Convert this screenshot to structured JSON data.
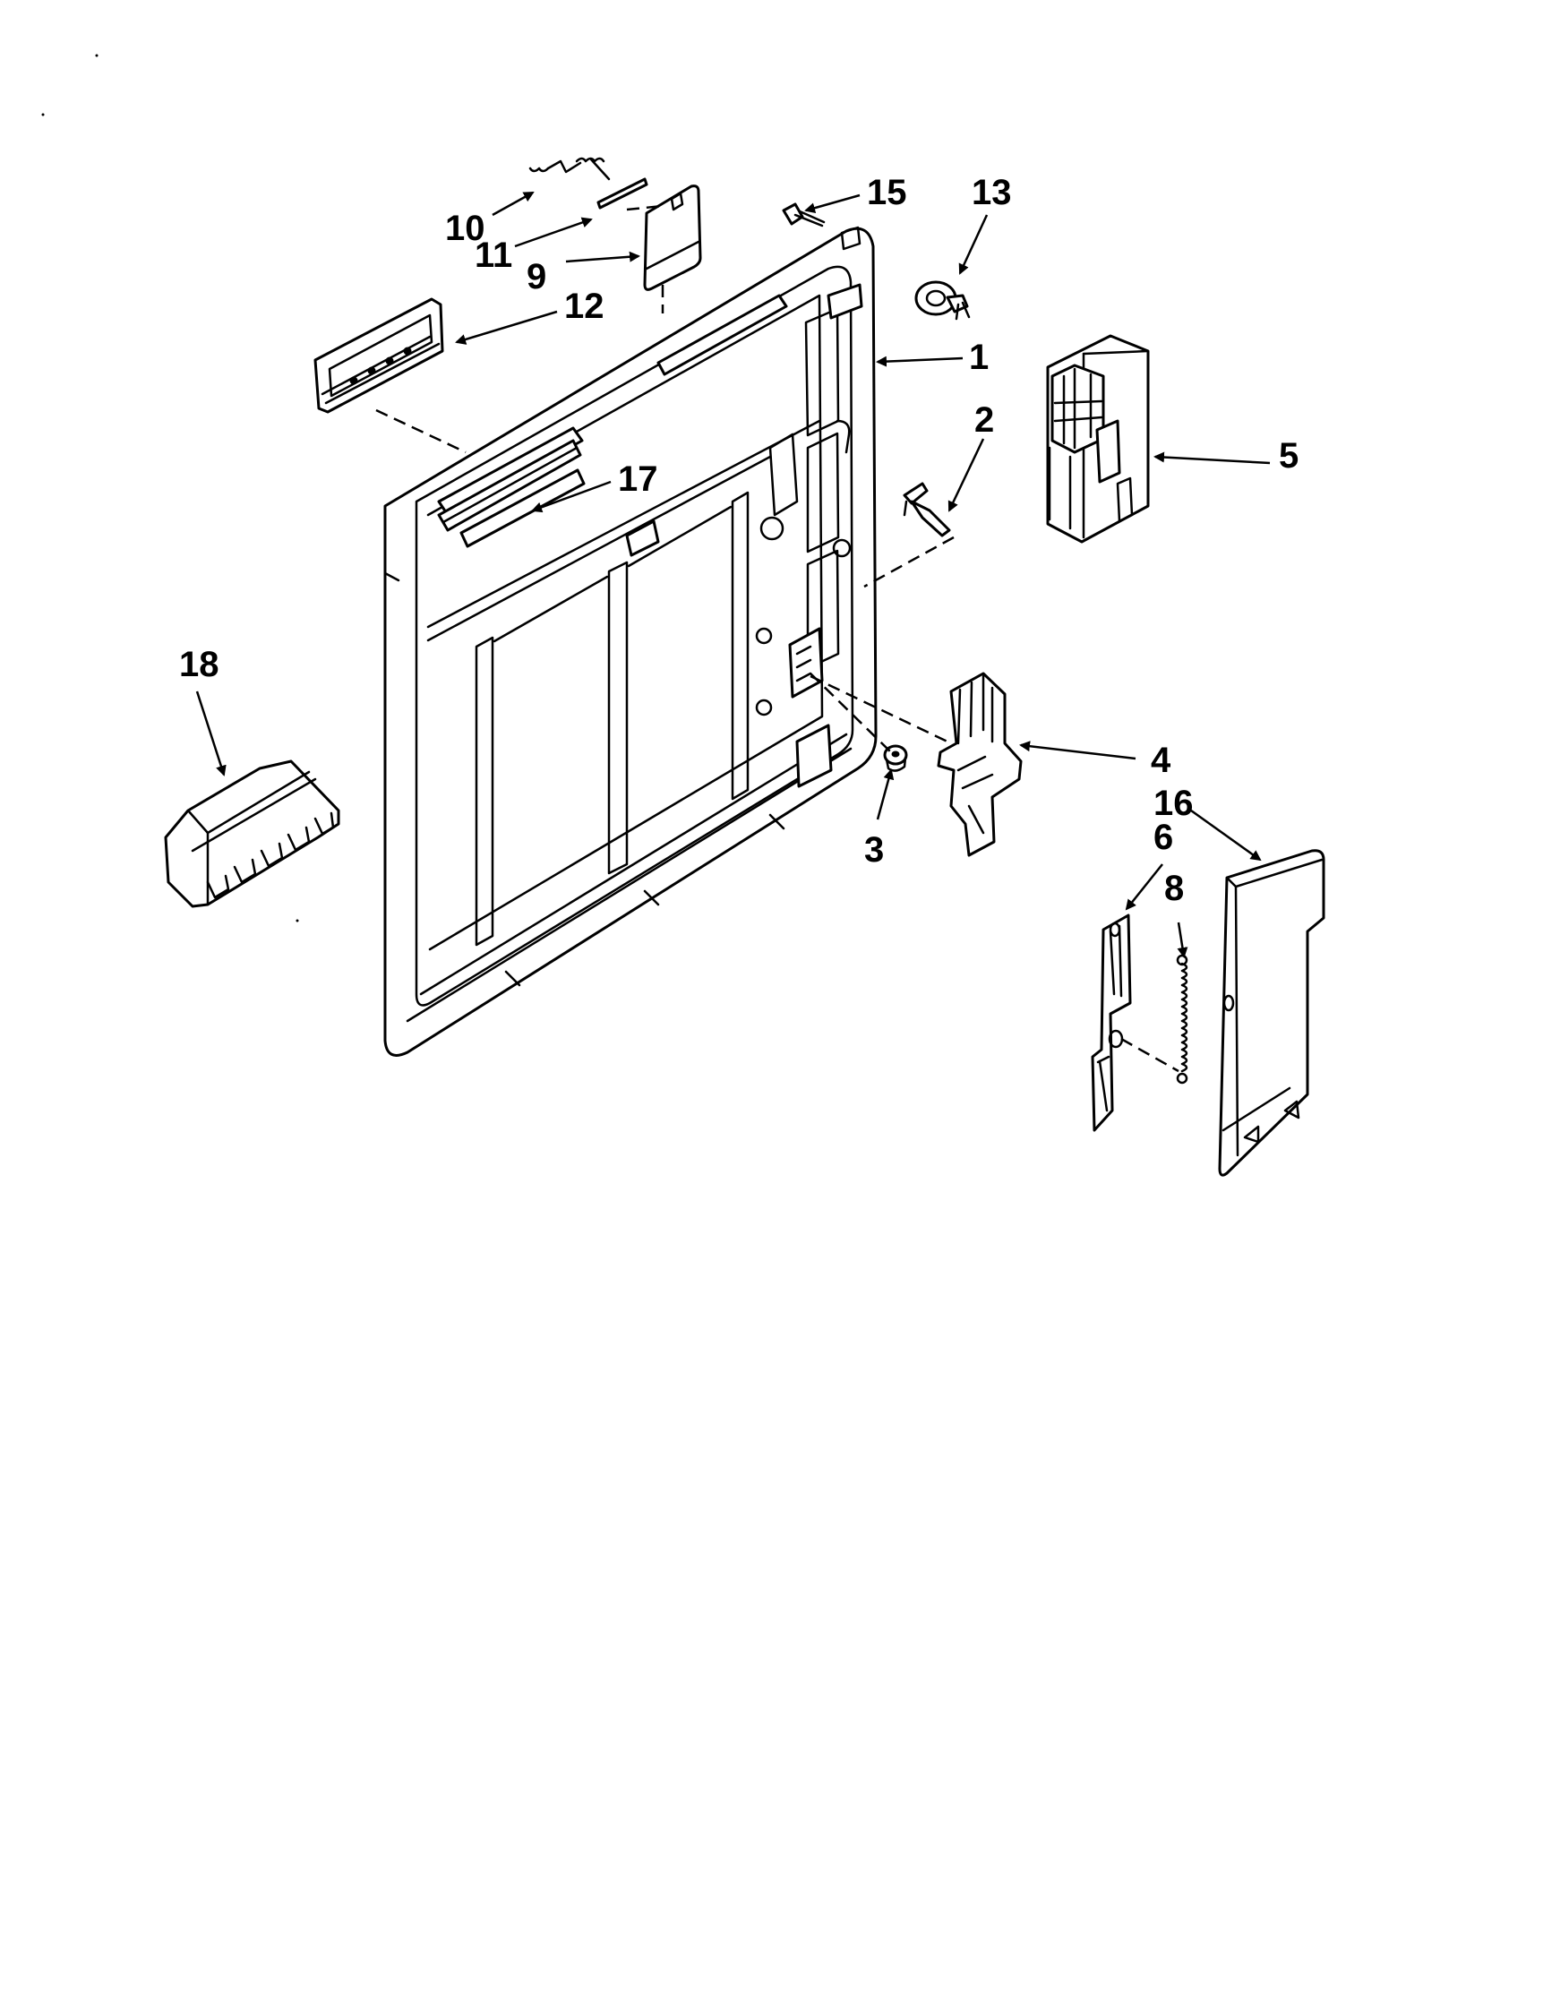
{
  "callouts": {
    "c1": "1",
    "c2": "2",
    "c3": "3",
    "c4": "4",
    "c5": "5",
    "c6": "6",
    "c8": "8",
    "c9": "9",
    "c10": "10",
    "c11": "11",
    "c12": "12",
    "c13": "13",
    "c15": "15",
    "c16": "16",
    "c17": "17",
    "c18": "18"
  },
  "colors": {
    "line": "#000000",
    "background": "#ffffff"
  }
}
